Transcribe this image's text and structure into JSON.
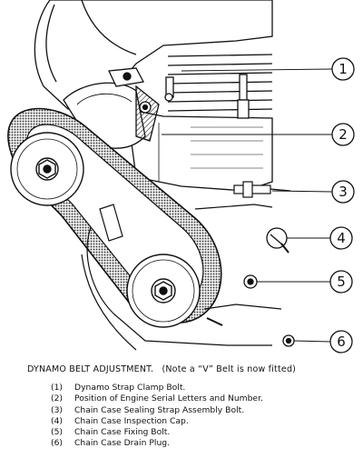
{
  "caption": {
    "title": "DYNAMO BELT ADJUSTMENT.",
    "note": "(Note a “V” Belt is now fitted)"
  },
  "legend": [
    {
      "num": "(1)",
      "text": "Dynamo Strap Clamp Bolt."
    },
    {
      "num": "(2)",
      "text": "Position of Engine Serial Letters and Number."
    },
    {
      "num": "(3)",
      "text": "Chain Case Sealing Strap Assembly Bolt."
    },
    {
      "num": "(4)",
      "text": "Chain Case Inspection Cap."
    },
    {
      "num": "(5)",
      "text": "Chain Case Fixing Bolt."
    },
    {
      "num": "(6)",
      "text": "Chain Case Drain Plug."
    }
  ],
  "callouts": [
    "1",
    "2",
    "3",
    "4",
    "5",
    "6"
  ]
}
